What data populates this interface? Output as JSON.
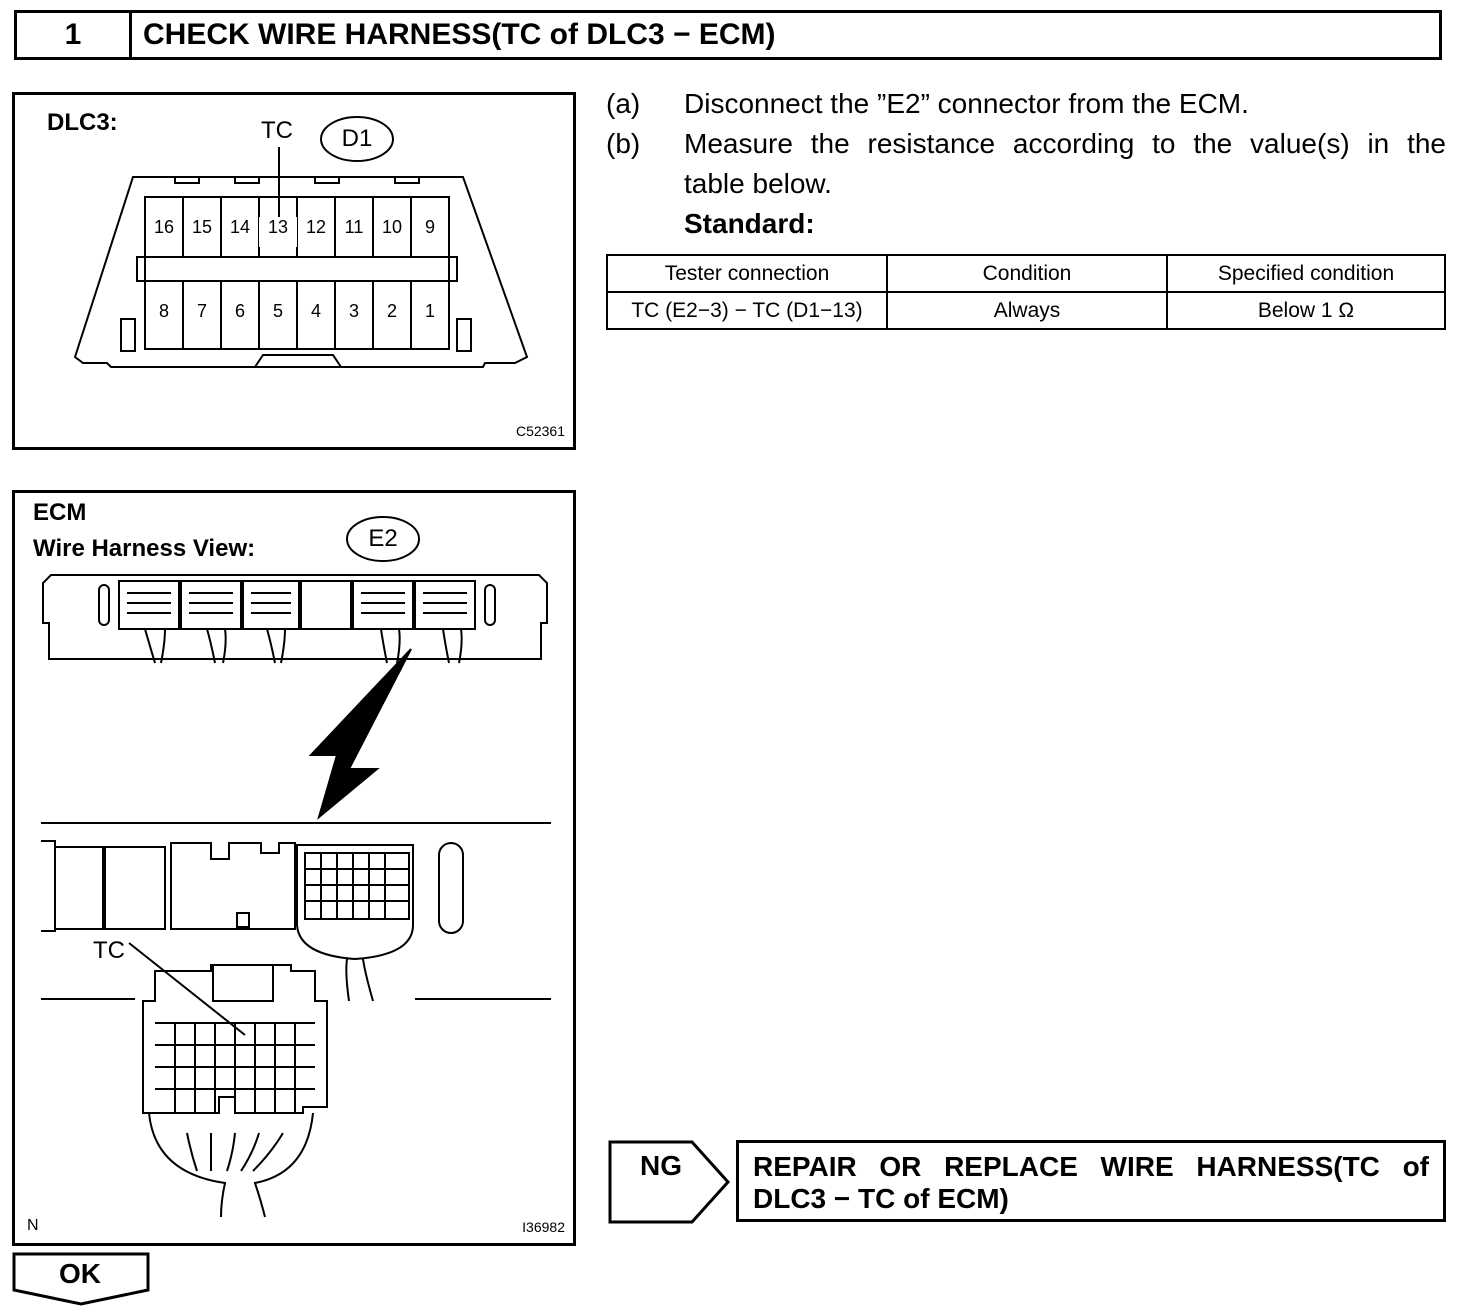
{
  "step": {
    "number": "1",
    "title": "CHECK WIRE HARNESS(TC of DLC3 − ECM)"
  },
  "fig1": {
    "label": "DLC3:",
    "tc_label": "TC",
    "connector_code": "D1",
    "pins_top": [
      "16",
      "15",
      "14",
      "13",
      "12",
      "11",
      "10",
      "9"
    ],
    "pins_bottom": [
      "8",
      "7",
      "6",
      "5",
      "4",
      "3",
      "2",
      "1"
    ],
    "code": "C52361"
  },
  "fig2": {
    "label1": "ECM",
    "label2": "Wire Harness View:",
    "connector_code": "E2",
    "tc_label": "TC",
    "corner": "N",
    "code": "I36982"
  },
  "instructions": [
    {
      "label": "(a)",
      "text": "Disconnect the ”E2” connector from the ECM."
    },
    {
      "label": "(b)",
      "text1": "Measure the resistance according to the value(s) in the",
      "text2": "table below."
    }
  ],
  "standard_label": "Standard:",
  "table": {
    "headers": [
      "Tester connection",
      "Condition",
      "Specified condition"
    ],
    "rows": [
      [
        "TC (E2−3) − TC (D1−13)",
        "Always",
        "Below 1 Ω"
      ]
    ]
  },
  "ng": {
    "label": "NG",
    "result_line1": "REPAIR OR REPLACE WIRE HARNESS(TC of",
    "result_line2": "DLC3 − TC of ECM)"
  },
  "ok": {
    "label": "OK"
  }
}
